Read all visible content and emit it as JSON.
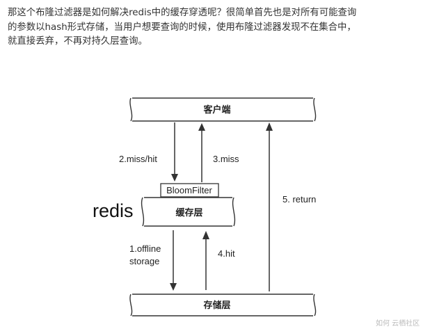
{
  "description_text": {
    "lines": [
      "那这个布隆过滤器是如何解决redis中的缓存穿透呢？很简单首先也是对所有可能查询",
      "的参数以hash形式存储，当用户想要查询的时候，使用布隆过滤器发现不在集合中，",
      "就直接丢弃，不再对持久层查询。"
    ]
  },
  "diagram": {
    "client_label": "客户端",
    "cache_label": "缓存层",
    "storage_label": "存储层",
    "bloom_filter_label": "BloomFilter",
    "redis_label": "redis",
    "arrow_labels": {
      "miss_hit": "2.miss/hit",
      "miss": "3.miss",
      "return": "5. return",
      "offline_line1": "1.offline",
      "offline_line2": "storage",
      "hit": "4.hit"
    }
  },
  "watermark": "如何  云栖社区"
}
